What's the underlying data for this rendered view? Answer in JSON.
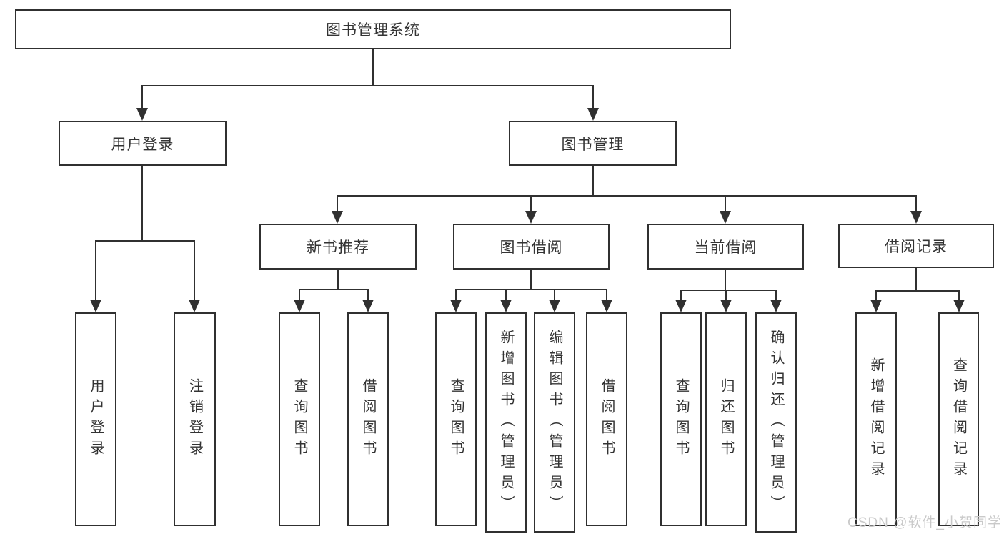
{
  "tree": {
    "root": {
      "label": "图书管理系统",
      "children": [
        {
          "label": "用户登录",
          "children": [
            {
              "label": "用户登录"
            },
            {
              "label": "注销登录"
            }
          ]
        },
        {
          "label": "图书管理",
          "children": [
            {
              "label": "新书推荐",
              "children": [
                {
                  "label": "查询图书"
                },
                {
                  "label": "借阅图书"
                }
              ]
            },
            {
              "label": "图书借阅",
              "children": [
                {
                  "label": "查询图书"
                },
                {
                  "label": "新增图书（管理员）"
                },
                {
                  "label": "编辑图书（管理员）"
                },
                {
                  "label": "借阅图书"
                }
              ]
            },
            {
              "label": "当前借阅",
              "children": [
                {
                  "label": "查询图书"
                },
                {
                  "label": "归还图书"
                },
                {
                  "label": "确认归还（管理员）"
                }
              ]
            },
            {
              "label": "借阅记录",
              "children": [
                {
                  "label": "新增借阅记录"
                },
                {
                  "label": "查询借阅记录"
                }
              ]
            }
          ]
        }
      ]
    }
  },
  "watermark": {
    "text": "CSDN @软件_小贺同学"
  },
  "colors": {
    "line": "#303030",
    "box_border": "#303030",
    "box_background": "#ffffff",
    "text": "#333333",
    "watermark": "#c9c9c9",
    "page_background": "#ffffff"
  }
}
